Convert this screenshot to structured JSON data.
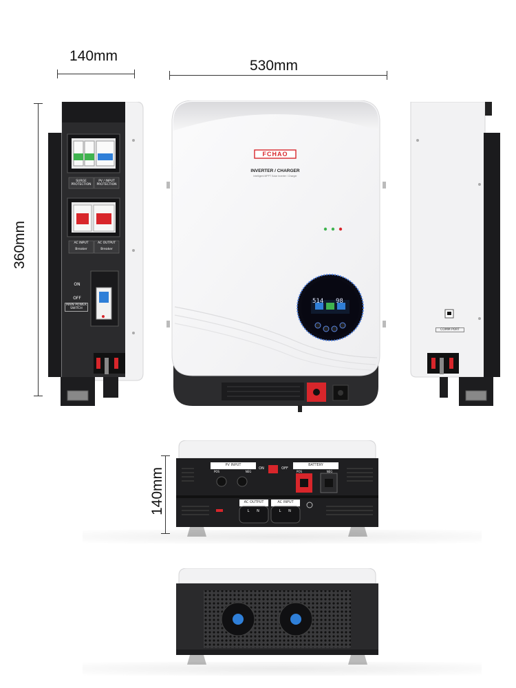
{
  "dimensions": {
    "depth": "140mm",
    "width": "530mm",
    "height": "360mm",
    "bottom_depth": "140mm"
  },
  "front": {
    "brand": "FCHAO",
    "model_title": "INVERTER / CHARGER",
    "model_subtitle": "Intelligent MPPT Solar Inverter / Charger",
    "lcd_left": "514",
    "lcd_right": "98"
  },
  "left_side": {
    "surge_label": "SURGE PROTECTION",
    "pv_label": "PV / INPUT PROTECTION",
    "ac_input_label": "AC INPUT",
    "ac_output_label": "AC OUTPUT",
    "breaker_label": "Breaker",
    "switch_on": "ON",
    "switch_off": "OFF",
    "main_switch_label": "MAIN POWER SWITCH"
  },
  "right_side": {
    "comm_label": "COMM PORT"
  },
  "bottom": {
    "pv_input": "PV INPUT",
    "pos": "POS",
    "neg": "NEG",
    "on": "ON",
    "off": "OFF",
    "battery": "BATTERY",
    "ac_output": "AC OUTPUT",
    "ac_input": "AC INPUT",
    "l": "L",
    "n": "N"
  },
  "colors": {
    "casing_white": "#f4f4f5",
    "casing_dark": "#2c2c2e",
    "panel_dark": "#1d1d1f",
    "breaker_red": "#d8262b",
    "accent_blue": "#2f7fd8"
  }
}
